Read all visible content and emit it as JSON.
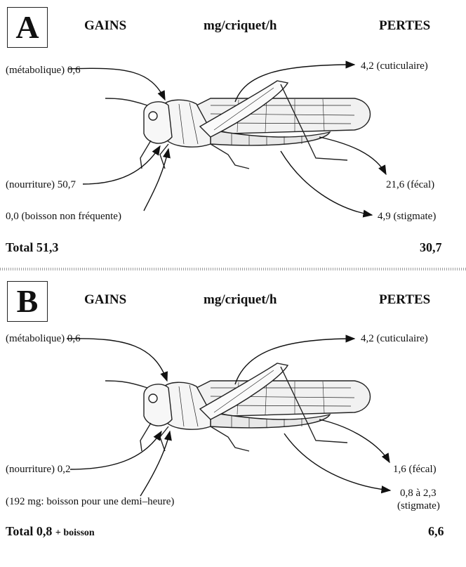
{
  "panel_a": {
    "letter": "A",
    "gains_header": "GAINS",
    "units_header": "mg/criquet/h",
    "losses_header": "PERTES",
    "gain_metabolic": "(métabolique) 0,6",
    "gain_food": "(nourriture) 50,7",
    "gain_drink": "0,0 (boisson non fréquente)",
    "loss_cuticular": "4,2 (cuticulaire)",
    "loss_fecal": "21,6 (fécal)",
    "loss_stigmate": "4,9 (stigmate)",
    "total_gains": "Total 51,3",
    "total_losses": "30,7"
  },
  "panel_b": {
    "letter": "B",
    "gains_header": "GAINS",
    "units_header": "mg/criquet/h",
    "losses_header": "PERTES",
    "gain_metabolic": "(métabolique) 0,6",
    "gain_food": "(nourriture) 0,2",
    "gain_drink": "(192 mg: boisson pour une demi–heure)",
    "loss_cuticular": "4,2 (cuticulaire)",
    "loss_fecal": "1,6 (fécal)",
    "loss_stigmate_value": "0,8 à 2,3",
    "loss_stigmate_label": "(stigmate)",
    "total_gains_prefix": "Total 0,8",
    "total_gains_suffix": "+ boisson",
    "total_losses": "6,6"
  }
}
